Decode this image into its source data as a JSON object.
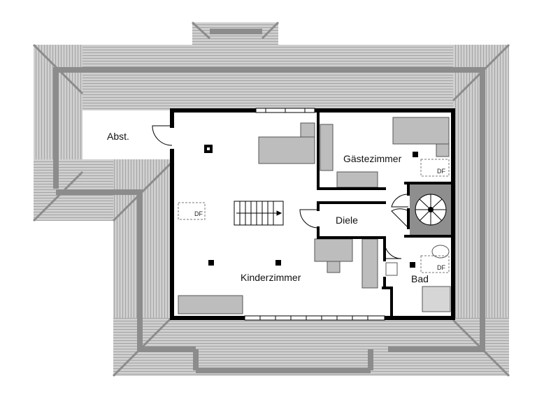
{
  "rooms": {
    "abstellraum": "Abst.",
    "kinderzimmer": "Kinderzimmer",
    "gaestezimmer": "Gästezimmer",
    "diele": "Diele",
    "bad": "Bad"
  },
  "skylight_label": "DF",
  "colors": {
    "roof_fill": "#c9c9c9",
    "roof_stripe": "#a8a8a8",
    "ridge": "#8c8c8c",
    "wall": "#000000",
    "furniture": "#bdbdbd",
    "background": "#ffffff"
  }
}
